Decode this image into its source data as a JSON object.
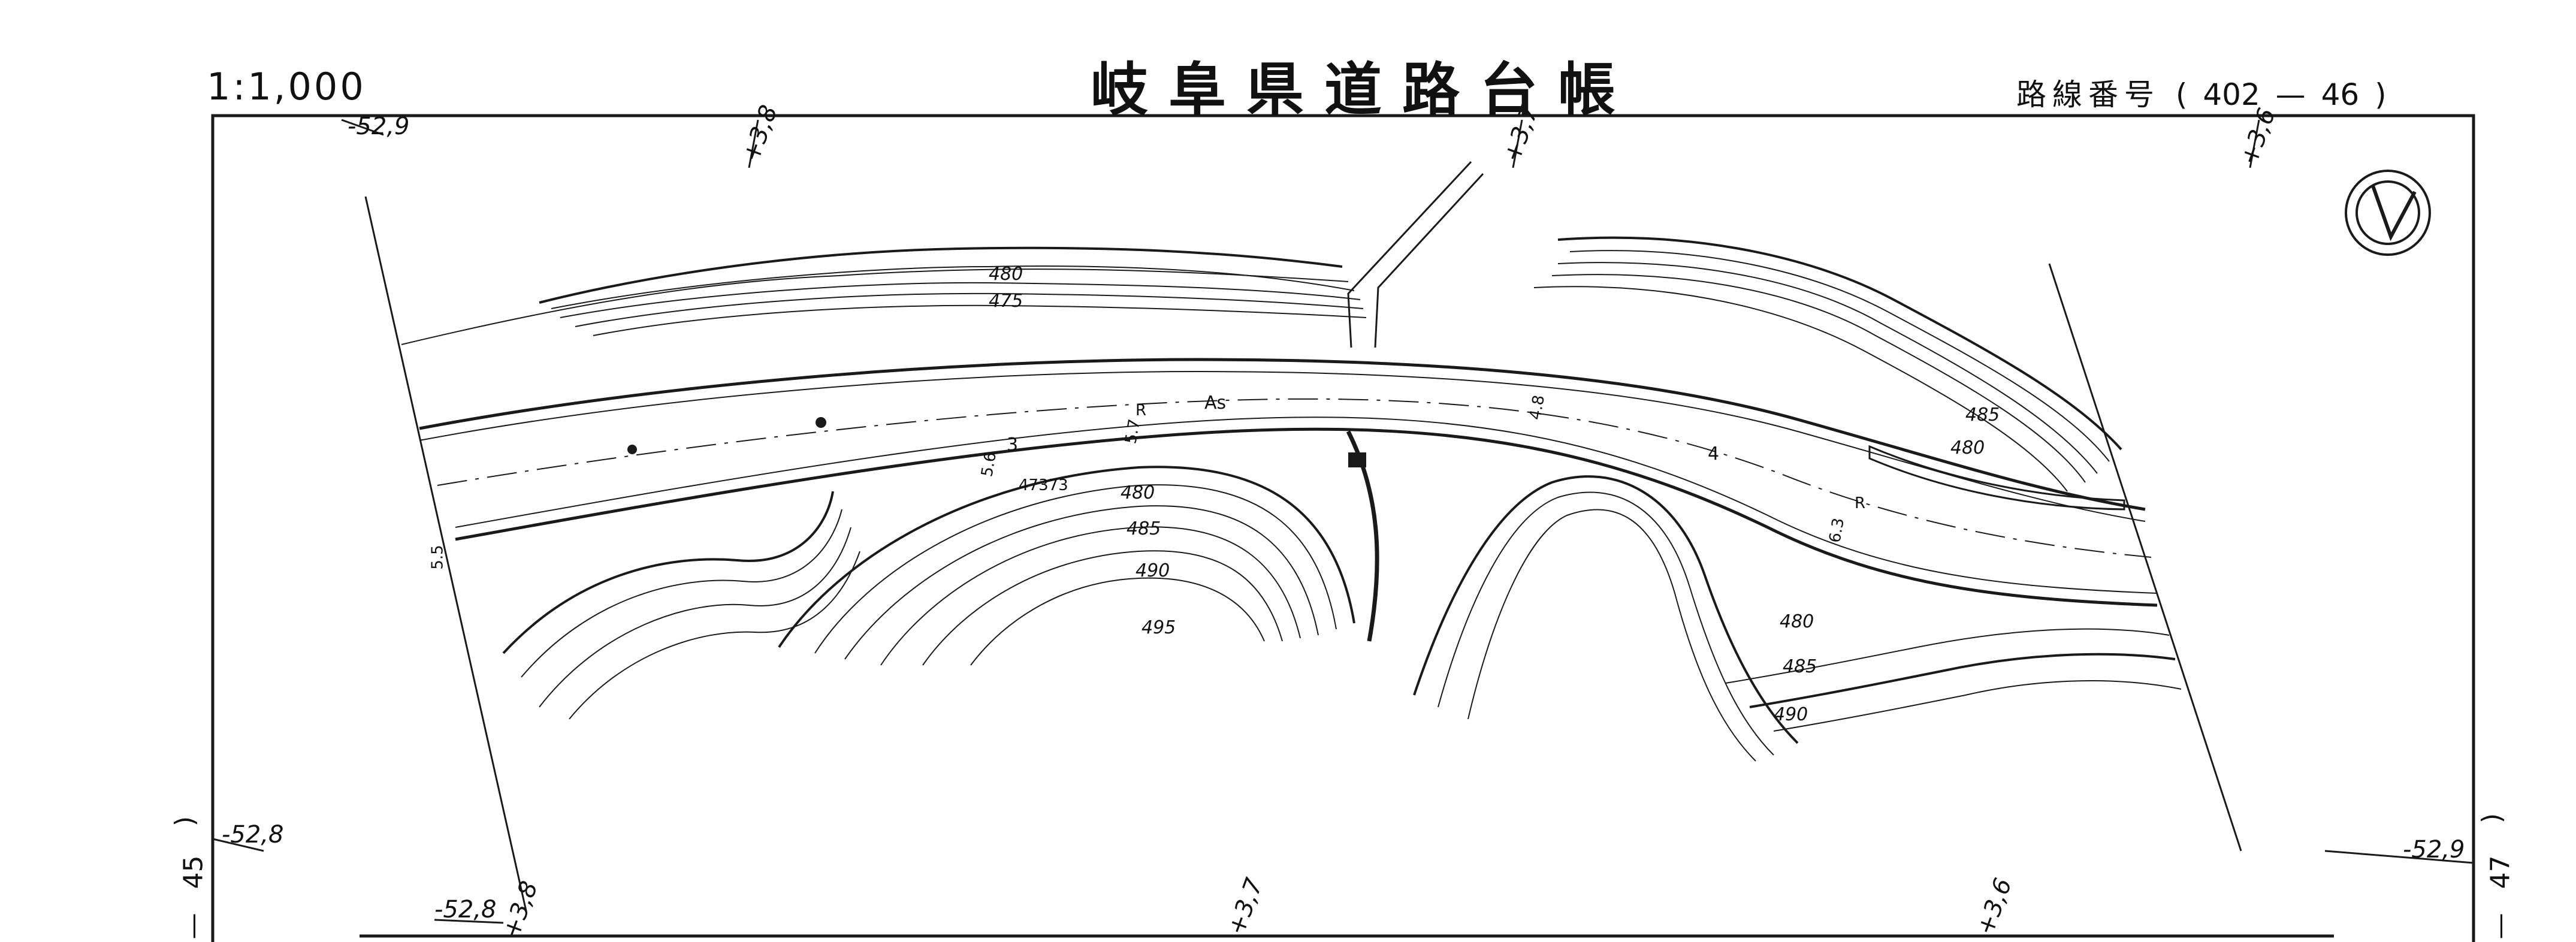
{
  "header": {
    "scale": "1:1,000",
    "title": "岐阜県道路台帳",
    "route_label": "路線番号",
    "route_open": "(",
    "route_number": "402",
    "route_dash": "—",
    "route_sheet": "46",
    "route_close": ")"
  },
  "frame_ticks": {
    "top_left": "-52,9",
    "top_1": "+3,8",
    "top_2": "+3,7",
    "top_3": "+3,6",
    "left_mid": "-52,8",
    "bottom_left": "-52,8",
    "bottom_left_2": "+3,8",
    "bottom_1": "+3,7",
    "bottom_2": "+3,6",
    "right_mid": "-52,9"
  },
  "adjacent_sheets": {
    "left_label": "45",
    "left_paren": ")",
    "left_dash": "—",
    "right_label": "47",
    "right_paren": ")",
    "right_dash": "—"
  },
  "contour_labels": {
    "c480_upper": "480",
    "c475": "475",
    "c485_right": "485",
    "c480_right": "480",
    "c480_mid": "480",
    "c485_mid": "485",
    "c490_mid": "490",
    "c495": "495",
    "c480_lower": "480",
    "c485_lower": "485",
    "c490_lower": "490"
  },
  "road_labels": {
    "surface": "As",
    "segment_3": "3",
    "segment_4": "4",
    "r_left": "R",
    "r_right": "R",
    "width_left": "5.5",
    "width_a": "5.6",
    "width_b": "5.7",
    "width_c": "4.8",
    "width_d": "6.3",
    "station": "47373"
  },
  "symbols": {
    "north_arrow": "north-arrow-icon"
  }
}
